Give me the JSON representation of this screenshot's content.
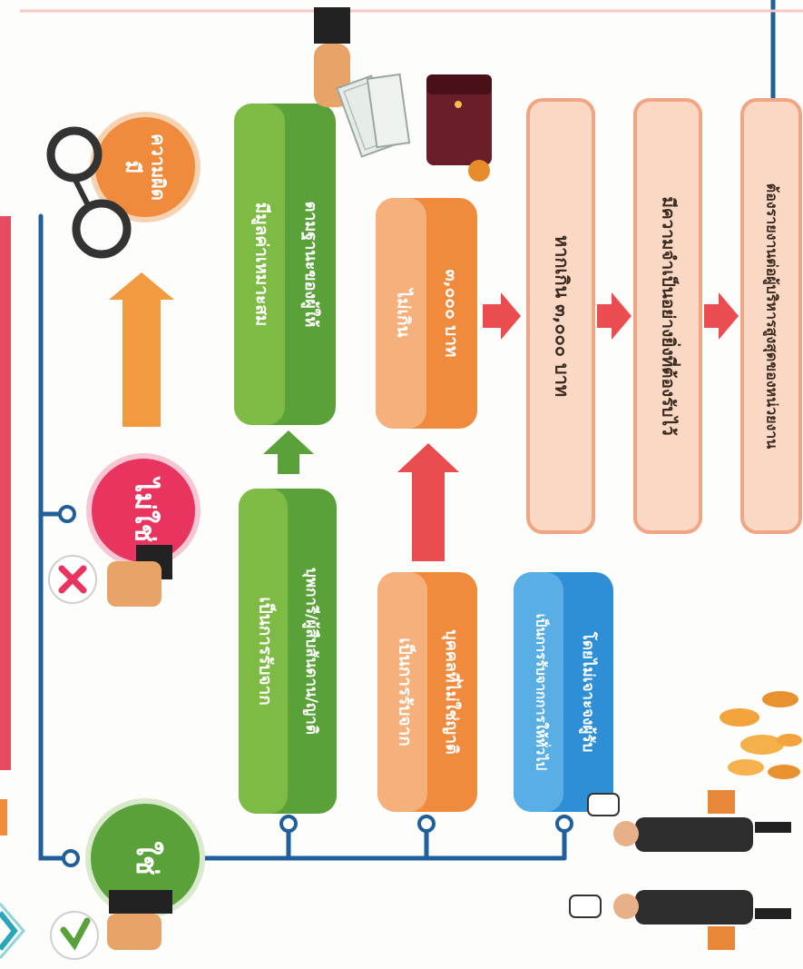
{
  "colors": {
    "line": "#1f5f9c",
    "green": "#5aa13a",
    "green_light": "#7dbb45",
    "orange": "#f08a3c",
    "orange_light": "#f6b07c",
    "peach": "#fbd8c4",
    "pink": "#e8345f",
    "blue": "#2f8fd6",
    "red_bar": "#e84a5f",
    "arrow_red": "#ea4c4f",
    "arrow_orange": "#f29a3f",
    "arrow_green": "#5aa13a"
  },
  "decision": {
    "yes": {
      "label": "ใช่",
      "icon": "check-icon"
    },
    "no": {
      "label": "ไม่ใช่",
      "icon": "cross-icon"
    }
  },
  "result": {
    "label_line1": "มี",
    "label_line2": "ความผิด",
    "icon": "handcuffs-icon"
  },
  "branches": {
    "relatives": {
      "line1": "เป็นการรับจาก",
      "line2": "บุพการี/ผู้สืบสันดาน/ญาติ",
      "result_line1": "มีมูลค่าเหมาะสม",
      "result_line2": "ตามฐานะของผู้ให้"
    },
    "non_relatives": {
      "line1": "เป็นการรับจาก",
      "line2": "บุคคลที่ไม่ใช่ญาติ",
      "result_line1": "ไม่เกิน",
      "result_line2": "๓,๐๐๐ บาท"
    },
    "general": {
      "line1": "เป็นการรับจากการให้ทั่วไป",
      "line2": "โดยไม่เจาะจงผู้รับ"
    }
  },
  "escalation": {
    "step1": "หากเกิน ๓,๐๐๐ บาท",
    "step2": "มีความจำเป็นอย่างยิ่งที่ต้องรับไว้",
    "step3": "ต้องรายงานต่อผู้บริหารสูงสุดของหน่วยงาน"
  },
  "illustrations": {
    "hand_money": "hand-giving-money-icon",
    "wallet": "wallet-icon",
    "coins": "coins-stack-icon",
    "businessmen": "businessmen-handshake-icon"
  }
}
